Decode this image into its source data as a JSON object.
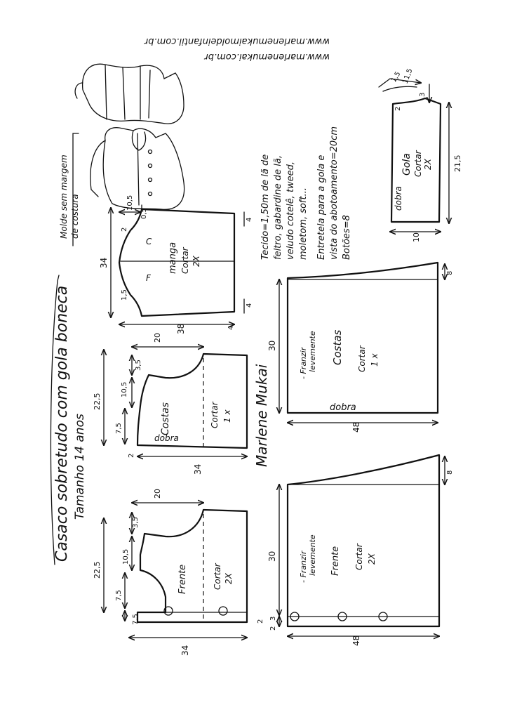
{
  "title": {
    "line1": "Casaco sobretudo com gola boneca",
    "line2": "Tamanho 14 anos"
  },
  "note": {
    "line1": "Molde sem margem",
    "line2": "de costura"
  },
  "websites": {
    "line1": "www.marlenemukaimoldeinfantil.com.br",
    "line2": "www.marlenemukai.com.br"
  },
  "materials": [
    "Tecido=1,50m de lã de",
    "feltro, gabardine de lã,",
    "veludo cotelê, tweed,",
    "moletom, soft...",
    "Entretela para a gola e",
    "vista do abotoamento=20cm",
    "Botões=8"
  ],
  "signature": "Marlene Mukai",
  "pieces": {
    "gola": {
      "name": "Gola",
      "cut": "Cortar",
      "qty": "2X",
      "fold": "dobra",
      "dims": [
        "1,5",
        "11,5",
        "3",
        "2",
        "21,5",
        "10"
      ]
    },
    "manga": {
      "name": "manga",
      "cut": "Cortar",
      "qty": "2X",
      "labels": [
        "C",
        "F"
      ],
      "dims": [
        "34",
        "38",
        "10,5",
        "0,5",
        "2",
        "1,5",
        "4",
        "4",
        "4"
      ]
    },
    "costas_top": {
      "name": "Costas",
      "cut": "Cortar",
      "qty": "1 x",
      "fold": "dobra",
      "dims": [
        "22,5",
        "20",
        "3,5",
        "10,5",
        "7,5",
        "2",
        "34"
      ]
    },
    "frente_top": {
      "name": "Frente",
      "cut": "Cortar",
      "qty": "2X",
      "dims": [
        "22,5",
        "20",
        "3,5",
        "10,5",
        "7,5",
        "7,5",
        "2",
        "34"
      ]
    },
    "costas_skirt": {
      "name": "Costas",
      "cut": "Cortar",
      "qty": "1 x",
      "fold": "dobra",
      "gather": [
        "- Franzir",
        "levemente"
      ],
      "dims": [
        "30",
        "48",
        "8"
      ]
    },
    "frente_skirt": {
      "name": "Frente",
      "cut": "Cortar",
      "qty": "2X",
      "gather": [
        "- Franzir",
        "levemente"
      ],
      "dims": [
        "30",
        "48",
        "8",
        "3",
        "2"
      ]
    }
  }
}
